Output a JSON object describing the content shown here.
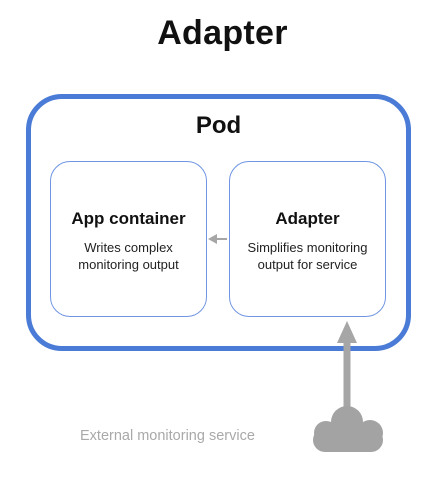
{
  "title": "Adapter",
  "pod": {
    "label": "Pod"
  },
  "app_container": {
    "title": "App container",
    "description_lines": [
      "Writes complex",
      "monitoring output"
    ]
  },
  "adapter": {
    "title": "Adapter",
    "description_lines": [
      "Simplifies monitoring",
      "output for service"
    ]
  },
  "external": {
    "label": "External monitoring service"
  },
  "colors": {
    "pod_border": "#4a7bd6",
    "container_border": "#6f95e3",
    "arrow": "#a6a6a6",
    "cloud": "#a3a3a3",
    "external_text": "#a9a9a9"
  }
}
